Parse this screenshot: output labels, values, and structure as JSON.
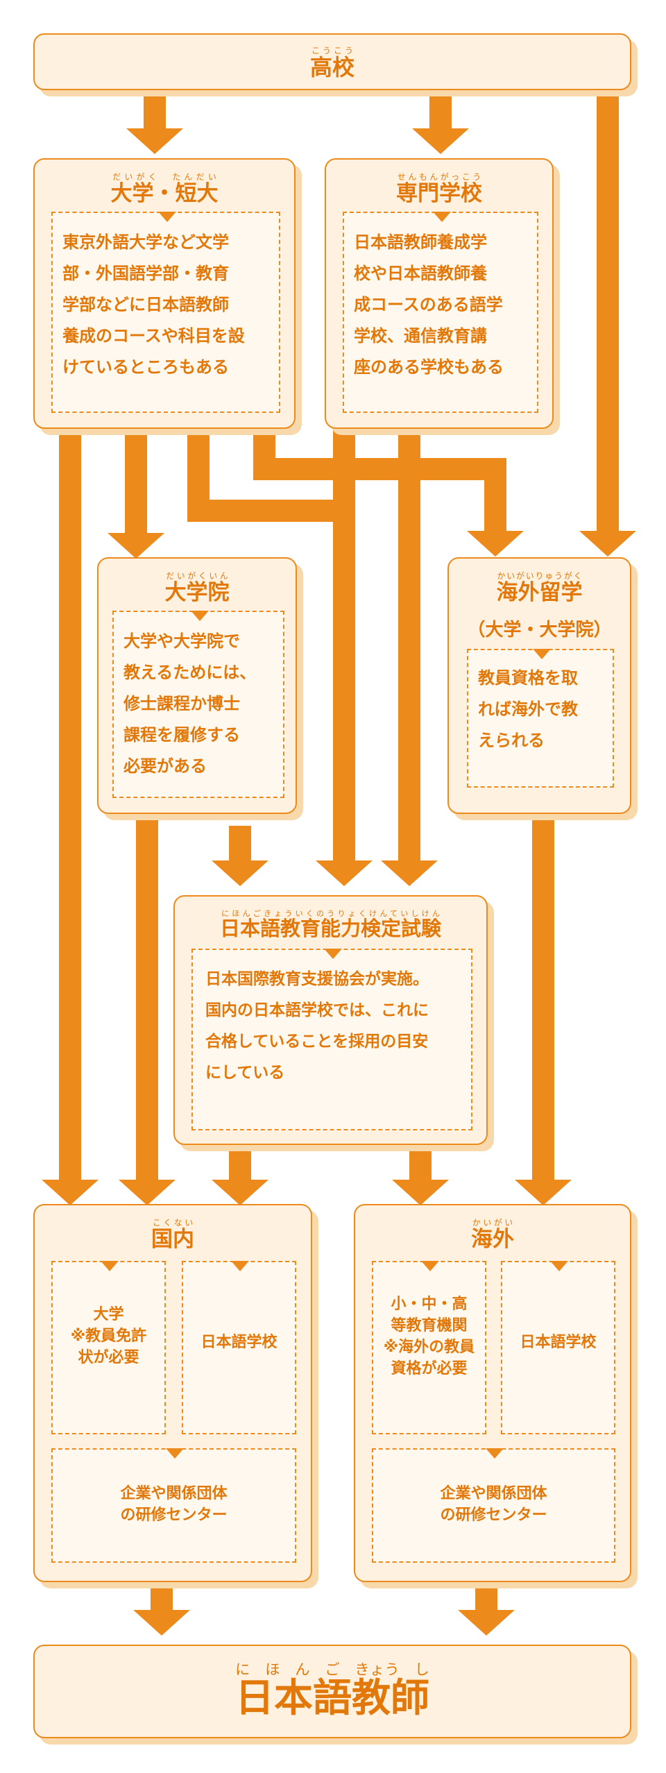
{
  "colors": {
    "accent": "#ec8a1c",
    "text": "#e2780a",
    "box_fill": "#fef1df",
    "shadow": "#f7d9ac"
  },
  "koukou": {
    "title": "高校",
    "title_ruby": "こうこう"
  },
  "daigaku": {
    "title": "大学・短大",
    "title_ruby": "だいがく　たんだい",
    "lines": [
      "東京外語大学など文学",
      "部・外国語学部・教育",
      "学部などに日本語教師",
      "養成のコースや科目を設",
      "けているところもある"
    ]
  },
  "senmon": {
    "title": "専門学校",
    "title_ruby": "せんもんがっこう",
    "lines": [
      "日本語教師養成学",
      "校や日本語教師養",
      "成コースのある語学",
      "学校、通信教育講",
      "座のある学校もある"
    ]
  },
  "daigakuin": {
    "title": "大学院",
    "title_ruby": "だいがくいん",
    "lines": [
      "大学や大学院で",
      "教えるためには、",
      "修士課程か博士",
      "課程を履修する",
      "必要がある"
    ]
  },
  "kaigai_ryugaku": {
    "title": "海外留学",
    "title_ruby": "かいがいりゅうがく",
    "subtitle": "（大学・大学院）",
    "lines": [
      "教員資格を取",
      "れば海外で教",
      "えられる"
    ]
  },
  "kentei": {
    "title": "日本語教育能力検定試験",
    "title_ruby": "にほんごきょういくのうりょくけんていしけん",
    "lines": [
      "日本国際教育支援協会が実施。",
      "国内の日本語学校では、これに",
      "合格していることを採用の目安",
      "にしている"
    ]
  },
  "kokunai": {
    "title": "国内",
    "title_ruby": "こくない",
    "left_lines": [
      "大学",
      "※教員免許",
      "状が必要"
    ],
    "right_lines": [
      "日本語学校"
    ],
    "bottom_lines": [
      "企業や関係団体",
      "の研修センター"
    ]
  },
  "kaigai": {
    "title": "海外",
    "title_ruby": "かいがい",
    "left_lines": [
      "小・中・高",
      "等教育機関",
      "※海外の教員",
      "資格が必要"
    ],
    "right_lines": [
      "日本語学校"
    ],
    "bottom_lines": [
      "企業や関係団体",
      "の研修センター"
    ]
  },
  "kyoushi": {
    "title": "日本語教師",
    "title_ruby": "に　ほ　ん　ご　きょう　し"
  }
}
